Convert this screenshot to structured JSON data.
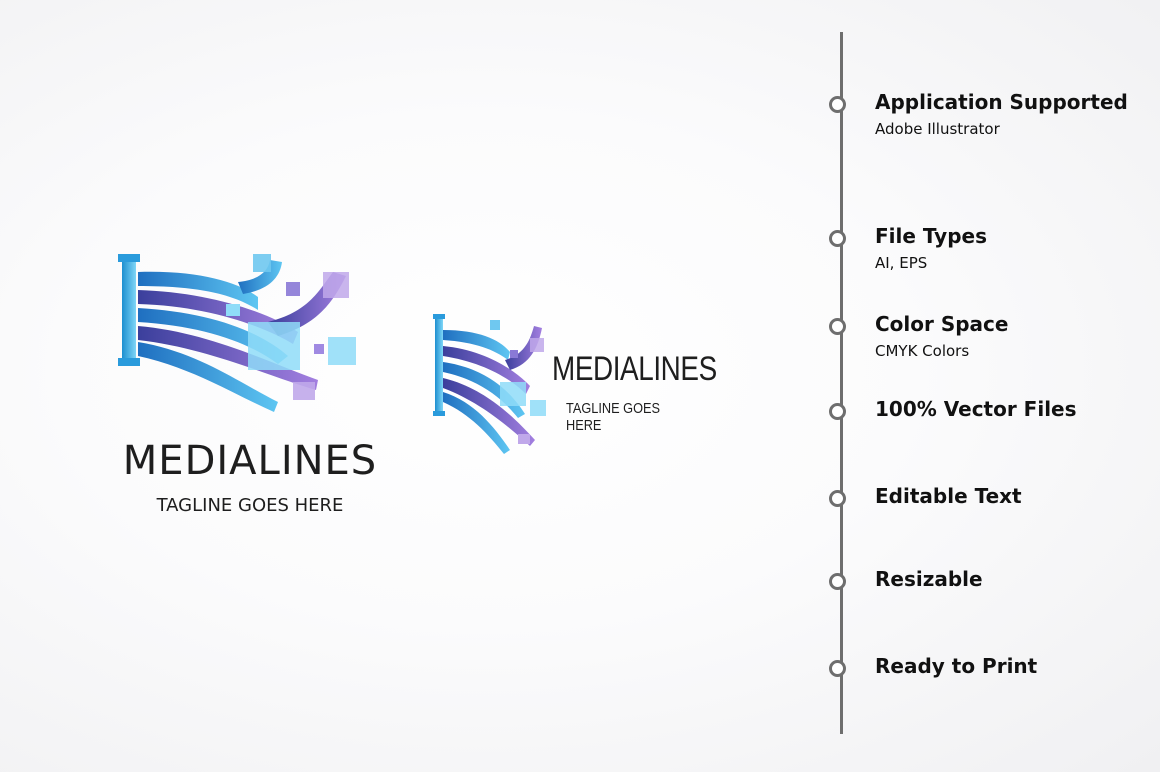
{
  "logo_large": {
    "brand": "MEDIALINES",
    "tagline": "TAGLINE GOES HERE"
  },
  "logo_small": {
    "brand": "MEDIALINES",
    "tagline": "TAGLINE GOES HERE"
  },
  "features": [
    {
      "title": "Application Supported",
      "subtitle": "Adobe Illustrator"
    },
    {
      "title": "File Types",
      "subtitle": "AI, EPS"
    },
    {
      "title": "Color Space",
      "subtitle": "CMYK Colors"
    },
    {
      "title": "100% Vector Files",
      "subtitle": ""
    },
    {
      "title": "Editable Text",
      "subtitle": ""
    },
    {
      "title": "Resizable",
      "subtitle": ""
    },
    {
      "title": "Ready to Print",
      "subtitle": ""
    }
  ],
  "colors": {
    "blue": "#2f8fd6",
    "light_blue": "#7fd0f5",
    "purple": "#7a5cc9",
    "lavender": "#b89be0",
    "timeline": "#6e6e6e",
    "text": "#1e1e1e"
  }
}
